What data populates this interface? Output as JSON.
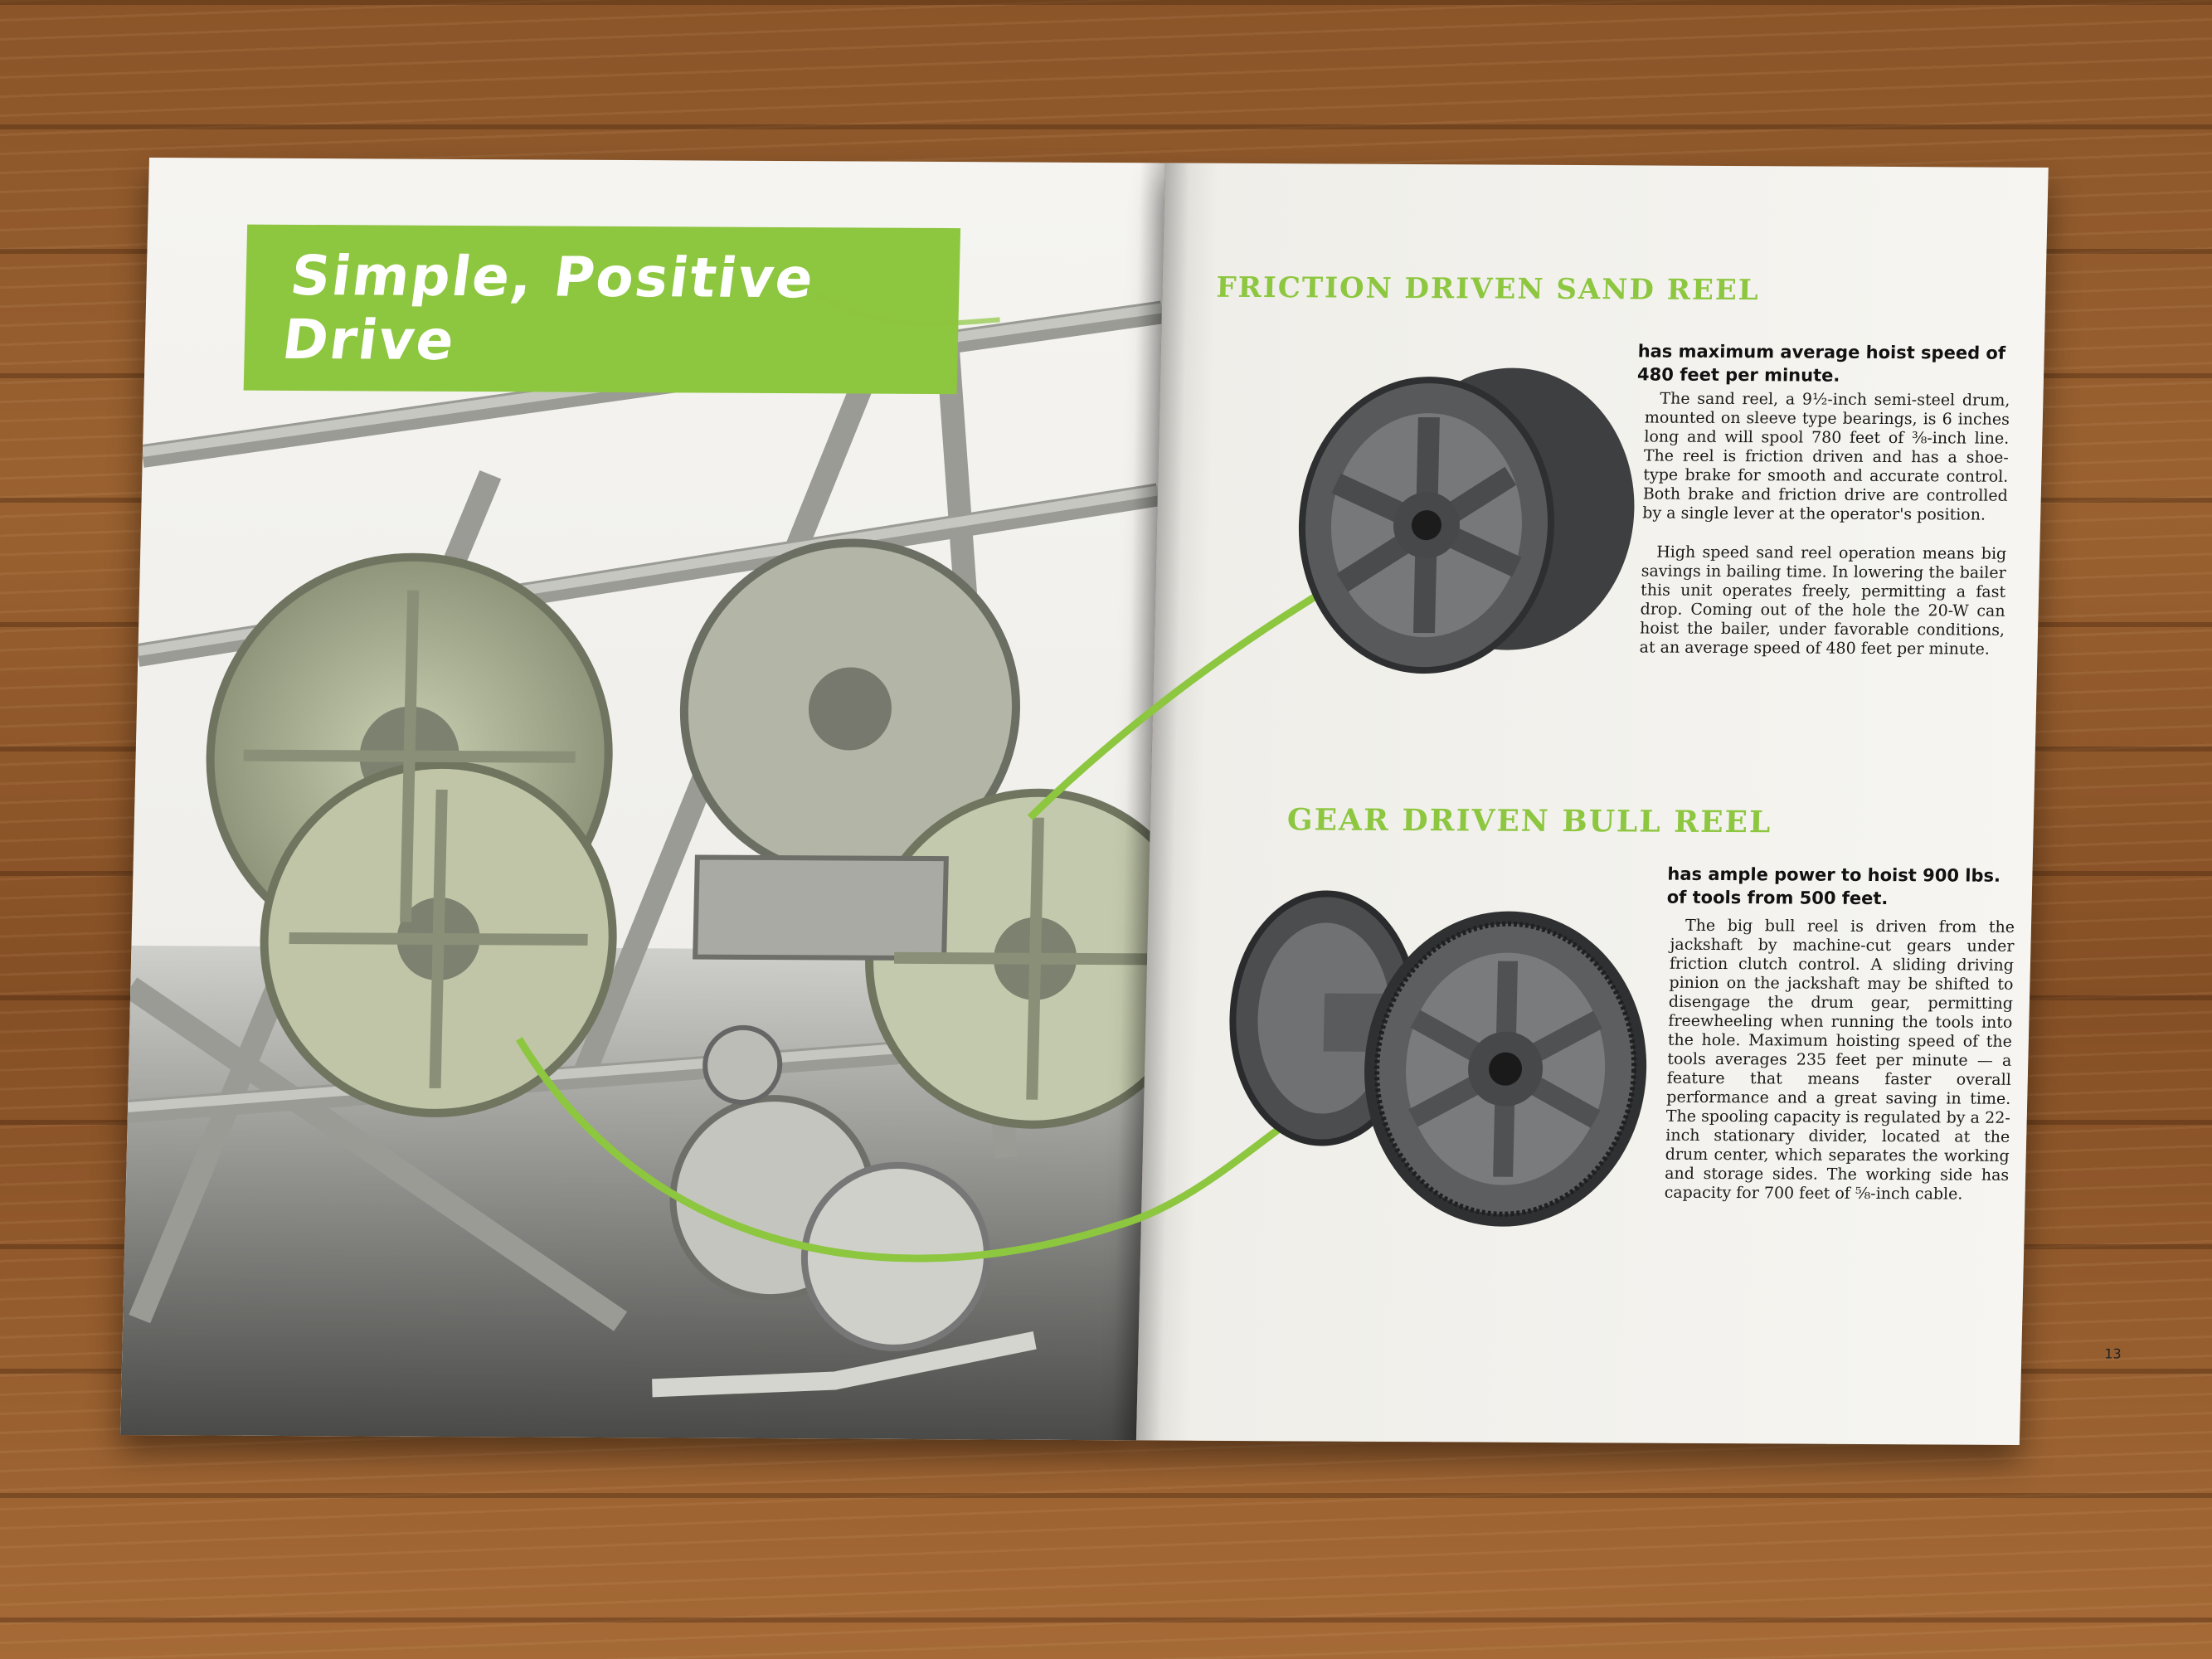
{
  "left_page": {
    "headline": "Simple, Positive Drive"
  },
  "right_page": {
    "sand_reel": {
      "heading": "FRICTION DRIVEN SAND REEL",
      "lead": "has maximum average hoist speed of 480 feet per minute.",
      "paragraph_1": "The sand reel, a 9½-inch semi-steel drum, mounted on sleeve type bearings, is 6 inches long and will spool 780 feet of ⅜-inch line. The reel is friction driven and has a shoe-type brake for smooth and accurate control. Both brake and friction drive are controlled by a single lever at the operator's position.",
      "paragraph_2": "High speed sand reel operation means big savings in bailing time. In lowering the bailer this unit operates freely, permitting a fast drop. Coming out of the hole the 20-W can hoist the bailer, under favorable conditions, at an average speed of 480 feet per minute."
    },
    "bull_reel": {
      "heading": "GEAR DRIVEN BULL REEL",
      "lead": "has ample power to hoist 900 lbs. of tools from 500 feet.",
      "paragraph_1": "The big bull reel is driven from the jackshaft by machine-cut gears under friction clutch control. A sliding driving pinion on the jackshaft may be shifted to disengage the drum gear, permitting freewheeling when running the tools into the hole. Maximum hoisting speed of the tools averages 235 feet per minute — a feature that means faster overall performance and a great saving in time. The spooling capacity is regulated by a 22-inch stationary divider, located at the drum center, which separates the working and storage sides. The working side has capacity for 700 feet of ⅝-inch cable."
    },
    "page_number": "13"
  },
  "colors": {
    "accent_green": "#8dc63f",
    "paper": "#f3f2ee",
    "machine_gray": "#b9bab2"
  }
}
